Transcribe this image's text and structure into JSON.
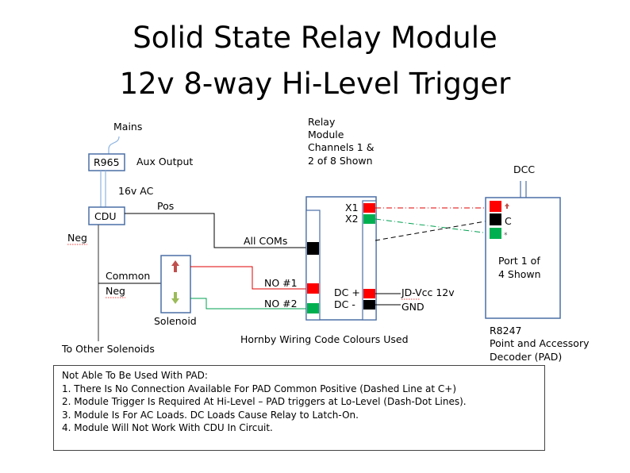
{
  "title": {
    "line1": "Solid State Relay Module",
    "line2": "12v 8-way Hi-Level Trigger"
  },
  "labels": {
    "mains": "Mains",
    "r965": "R965",
    "aux_output": "Aux Output",
    "ac16": "16v AC",
    "cdu": "CDU",
    "pos": "Pos",
    "neg": "Neg",
    "common": "Common",
    "common_neg": "Neg",
    "solenoid": "Solenoid",
    "to_other": "To Other Solenoids",
    "relay_1": "Relay",
    "relay_2": "Module",
    "relay_3": "Channels 1 &",
    "relay_4": "2 of 8 Shown",
    "all_coms": "All COMs",
    "no1": "NO #1",
    "no2": "NO #2",
    "x1": "X1",
    "x2": "X2",
    "dc_plus": "DC +",
    "dc_minus": "DC -",
    "jd_vcc": "JD-Vcc 12v",
    "gnd": "GND",
    "hornby": "Hornby Wiring Code Colours Used",
    "dcc": "DCC",
    "port_1": "Port 1 of",
    "port_2": "4 Shown",
    "c": "C",
    "r8247": "R8247",
    "pad_1": "Point and Accessory",
    "pad_2": "Decoder (PAD)"
  },
  "notes": {
    "heading": "Not Able To Be Used With PAD:",
    "items": [
      "1. There Is No Connection Available For PAD Common Positive (Dashed Line at C+)",
      "2. Module Trigger Is Required At Hi-Level – PAD triggers at Lo-Level (Dash-Dot Lines).",
      "3. Module Is For AC Loads. DC Loads Cause Relay to Latch-On.",
      "4. Module Will Not Work With CDU In Circuit."
    ]
  },
  "colors": {
    "red": "#ff0000",
    "green": "#00b050",
    "black": "#000000",
    "wire_blue": "#8db3e2",
    "red_wire": "#e00000",
    "green_wire": "#00a050",
    "solenoid_arrow_red": "#c0504d",
    "solenoid_arrow_green": "#9bbb59"
  }
}
